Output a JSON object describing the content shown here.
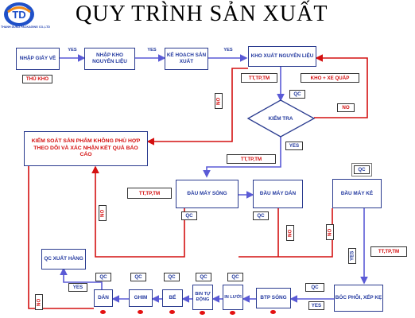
{
  "header": {
    "title": "QUY TRÌNH SẢN XUẤT",
    "logo_letters": "TD",
    "logo_caption": "THANH DUNG PACKAGING CO.,LTD"
  },
  "nodes": {
    "nhap_giay": "NHẬP GIẤY VỀ",
    "nhap_kho": "NHẬP KHO NGUYÊN LIỆU",
    "ke_hoach": "KẾ HOẠCH SẢN XUẤT",
    "kho_xuat": "KHO XUẤT NGUYÊN LIỆU",
    "kiem_tra": "KIỂM TRA",
    "kiem_soat": "KIỂM SOÁT SẢN PHẨM KHÔNG PHÙ HỢP THEO DÕI VÀ XÁC NHẬN KẾT QUẢ BÁO CÁO",
    "dau_may_song": "ĐẦU MÁY SÓNG",
    "dau_may_dan": "ĐẦU MÁY DÁN",
    "dau_may_ke": "ĐẦU MÁY KẺ",
    "boc_phoi": "BÓC PHÔI, XẾP KẸ",
    "btp_song": "BTP SÓNG",
    "in_luoi": "IN LƯỚI",
    "bin_tu_dong": "BIN TỰ ĐỘNG",
    "be": "BẾ",
    "ghim": "GHIM",
    "dan": "DÁN",
    "qc_xuat_hang": "QC XUẤT HÀNG"
  },
  "tags": {
    "thu_kho": "THỦ KHO",
    "tt_tp_tm_1": "TT,TP,TM",
    "kho_xe_quap": "KHO + XE QUẤP",
    "qc_1": "QC",
    "no_right": "NO",
    "tt_tp_tm_2": "TT,TP,TM",
    "tt_tp_tm_3": "TT,TP,TM",
    "qc_song": "QC",
    "qc_dan": "QC",
    "qc_ke": "QC",
    "tt_tp_tm_4": "TT,TP,TM",
    "yes_boc": "YES",
    "qc_btp": "QC",
    "qc_in": "QC",
    "qc_bin": "QC",
    "qc_be": "QC",
    "qc_ghim": "QC",
    "qc_dan2": "QC",
    "yes_qc": "YES"
  },
  "edge_labels": {
    "yes1": "YES",
    "yes2": "YES",
    "yes3": "YES",
    "yes_kt": "YES",
    "no_kt": "NO",
    "no_song": "NO",
    "no_dan": "NO",
    "no_ke": "NO",
    "no_bottom": "NO"
  },
  "colors": {
    "blue_arrow": "#5a5ad6",
    "red_arrow": "#d41010",
    "box_text": "#243aa0",
    "box_border": "#2a3b8f"
  }
}
